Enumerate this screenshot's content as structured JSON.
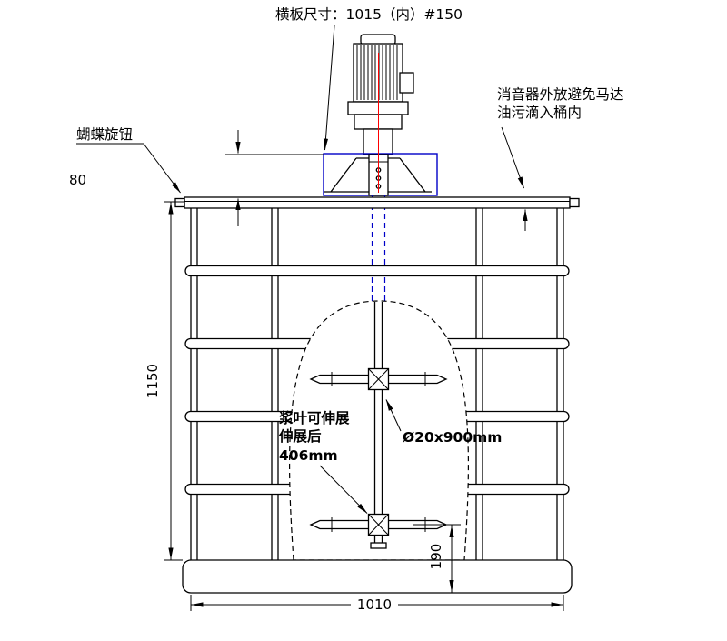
{
  "drawing": {
    "callouts": {
      "plate": "横板尺寸：1015（内）#150",
      "muffler_l1": "消音器外放避免马达",
      "muffler_l2": "油污滴入桶内",
      "butterfly": "蝴蝶旋钮",
      "paddle_l1": "浆叶可伸展",
      "paddle_l2": "伸展后",
      "paddle_l3": "406mm",
      "shaft": "Ø20x900mm"
    },
    "dimensions": {
      "offset_80": "80",
      "height_1150": "1150",
      "width_1010": "1010",
      "clearance_190": "190"
    },
    "colors": {
      "outline": "#000000",
      "centerline": "#ff0000",
      "hidden": "#0000c8"
    }
  }
}
